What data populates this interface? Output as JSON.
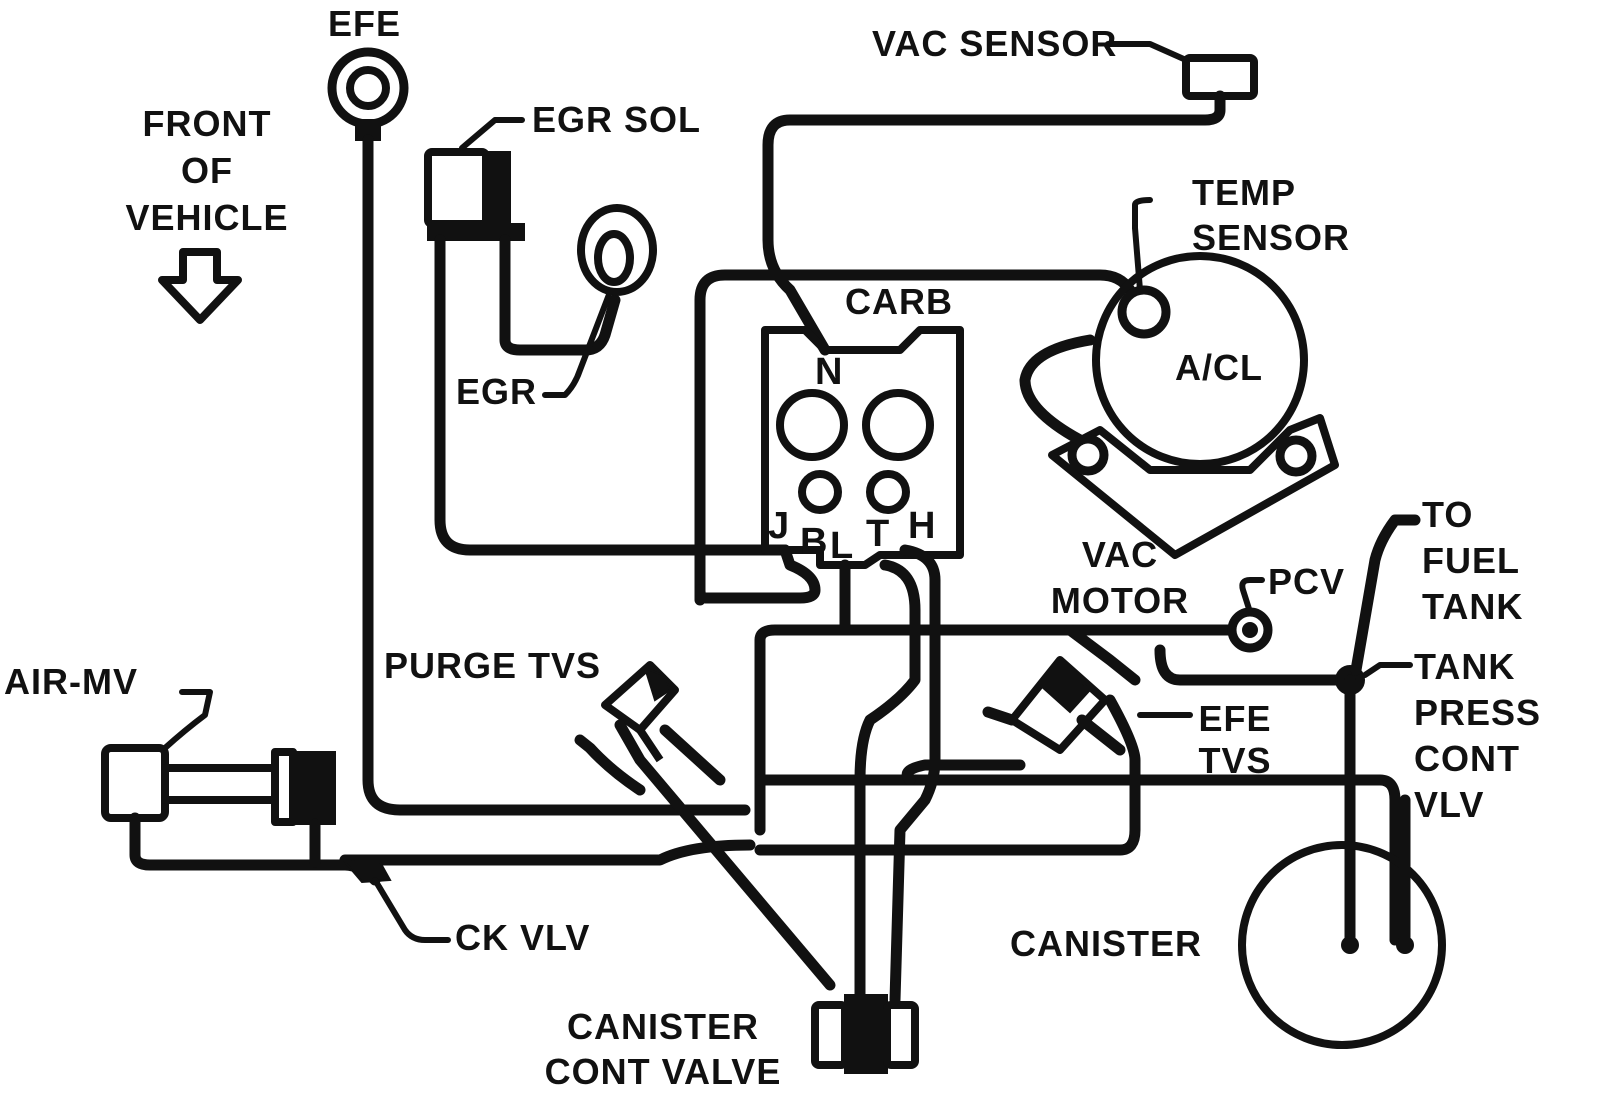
{
  "diagram": {
    "labels": {
      "efe": "EFE",
      "front_of_vehicle": "FRONT\nOF\nVEHICLE",
      "egr_sol": "EGR SOL",
      "vac_sensor": "VAC SENSOR",
      "temp_sensor": "TEMP\nSENSOR",
      "carb": "CARB",
      "egr": "EGR",
      "acl": "A/CL",
      "vac_motor": "VAC\nMOTOR",
      "pcv": "PCV",
      "to_fuel_tank": "TO\nFUEL\nTANK",
      "tank_press_cont_vlv": "TANK\nPRESS\nCONT\nVLV",
      "air_mv": "AIR-MV",
      "purge_tvs": "PURGE TVS",
      "efe_tvs": "EFE\nTVS",
      "ck_vlv": "CK VLV",
      "canister": "CANISTER",
      "canister_cont_valve": "CANISTER\nCONT VALVE"
    },
    "ports": {
      "n": "N",
      "j": "J",
      "b": "B",
      "l": "L",
      "t": "T",
      "h": "H"
    },
    "colors": {
      "line": "#111111",
      "background": "#ffffff"
    }
  }
}
